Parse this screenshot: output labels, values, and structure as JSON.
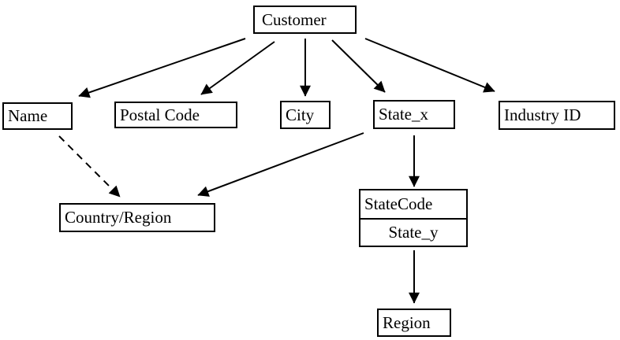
{
  "diagram": {
    "background": "#ffffff",
    "stroke_color": "#000000",
    "nodes": {
      "customer": {
        "label": "Customer"
      },
      "name": {
        "label": "Name"
      },
      "postal_code": {
        "label": "Postal Code"
      },
      "city": {
        "label": "City"
      },
      "state_x": {
        "label": "State_x"
      },
      "industry_id": {
        "label": "Industry ID"
      },
      "country_region": {
        "label": "Country/Region"
      },
      "state_code": {
        "label": "StateCode"
      },
      "state_y": {
        "label": "State_y"
      },
      "region": {
        "label": "Region"
      }
    },
    "edges": [
      {
        "from": "Customer",
        "to": "Name",
        "style": "solid"
      },
      {
        "from": "Customer",
        "to": "Postal Code",
        "style": "solid"
      },
      {
        "from": "Customer",
        "to": "City",
        "style": "solid"
      },
      {
        "from": "Customer",
        "to": "State_x",
        "style": "solid"
      },
      {
        "from": "Customer",
        "to": "Industry ID",
        "style": "solid"
      },
      {
        "from": "Name",
        "to": "Country/Region",
        "style": "dashed"
      },
      {
        "from": "State_x",
        "to": "Country/Region",
        "style": "solid"
      },
      {
        "from": "State_x",
        "to": "StateCode/State_y",
        "style": "solid"
      },
      {
        "from": "StateCode/State_y",
        "to": "Region",
        "style": "solid"
      }
    ]
  }
}
